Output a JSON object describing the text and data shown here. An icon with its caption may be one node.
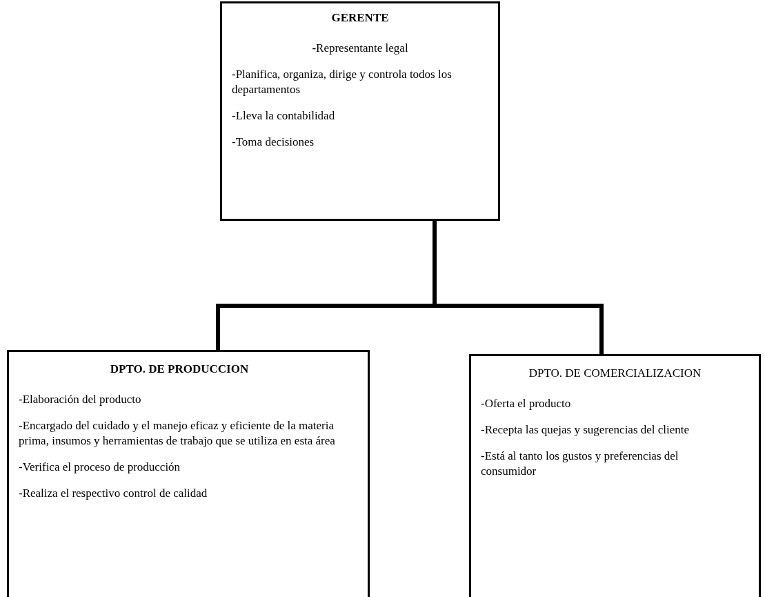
{
  "diagram": {
    "nodes": [
      {
        "text": [
          "GERENTE",
          "**-**Representante legal",
          "-Planifica, organiza, dirige y controla todos los departamentos",
          "-Lleva la contabilidad",
          "-Toma decisiones"
        ]
      },
      {
        "text": [
          "DPTO. DE PRODUCCION",
          "-Elaboración del producto",
          "-Encargado del cuidado y el manejo eficaz y eficiente de la materia prima, insumos  y herramientas de trabajo que se utiliza en esta área",
          "-Verifica el proceso de producción",
          "-Realiza el respectivo control de calidad"
        ]
      },
      {
        "text": [
          "DPTO. DE COMERCIALIZACION",
          "-Oferta el producto",
          "-Recepta las quejas y sugerencias del cliente",
          "-Está al tanto los gustos y preferencias del consumidor"
        ]
      }
    ],
    "edges": [
      {
        "from": 0,
        "to": 1,
        "arrow": "none"
      },
      {
        "from": 0,
        "to": 2,
        "arrow": "none"
      }
    ]
  }
}
